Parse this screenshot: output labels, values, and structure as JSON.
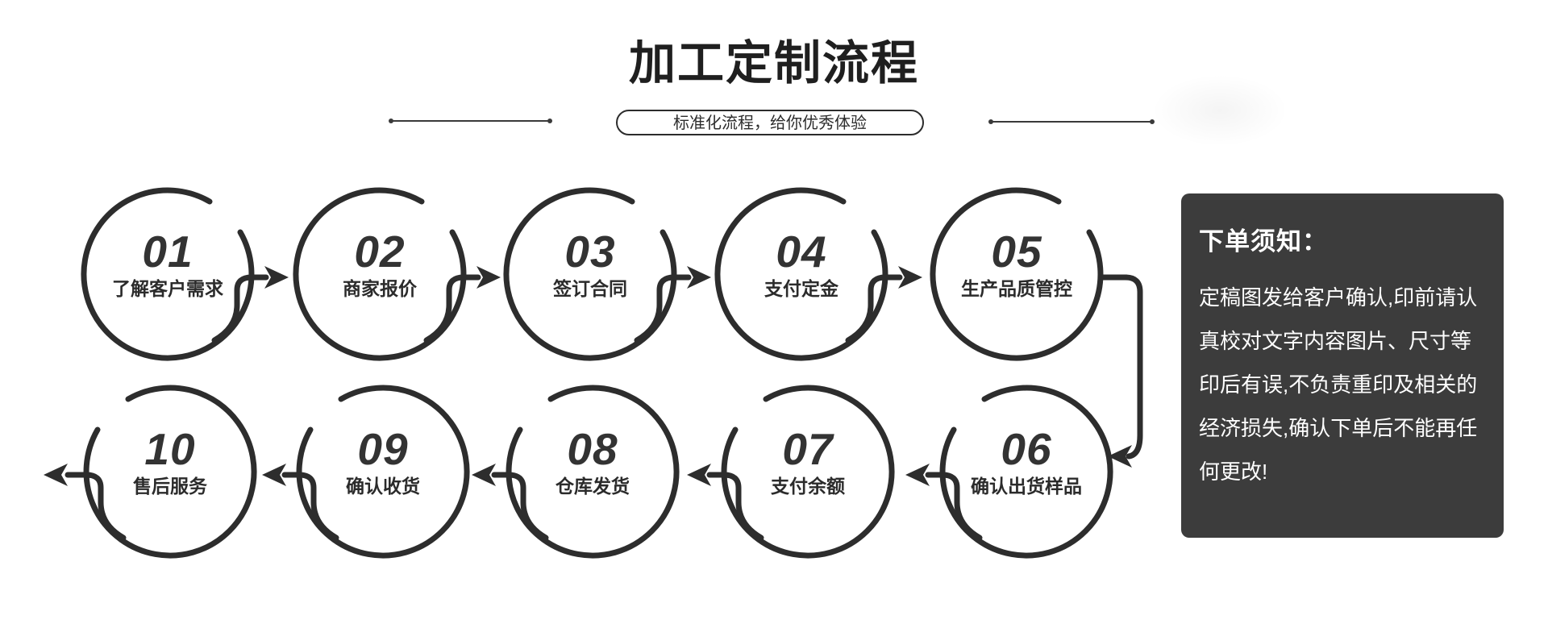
{
  "header": {
    "title": "加工定制流程",
    "subtitle": "标准化流程，给你优秀体验"
  },
  "steps": [
    {
      "num": "01",
      "label": "了解客户需求"
    },
    {
      "num": "02",
      "label": "商家报价"
    },
    {
      "num": "03",
      "label": "签订合同"
    },
    {
      "num": "04",
      "label": "支付定金"
    },
    {
      "num": "05",
      "label": "生产品质管控"
    },
    {
      "num": "06",
      "label": "确认出货样品"
    },
    {
      "num": "07",
      "label": "支付余额"
    },
    {
      "num": "08",
      "label": "仓库发货"
    },
    {
      "num": "09",
      "label": "确认收货"
    },
    {
      "num": "10",
      "label": "售后服务"
    }
  ],
  "notice": {
    "title": "下单须知：",
    "lines": [
      "定稿图发给客户确认,印前请认",
      "真校对文字内容图片、尺寸等",
      "印后有误,不负责重印及相关的",
      "经济损失,确认下单后不能再任",
      "何更改!"
    ]
  },
  "colors": {
    "stroke": "#2d2d2d",
    "notice_bg": "#3c3c3c",
    "notice_text": "#ffffff"
  }
}
